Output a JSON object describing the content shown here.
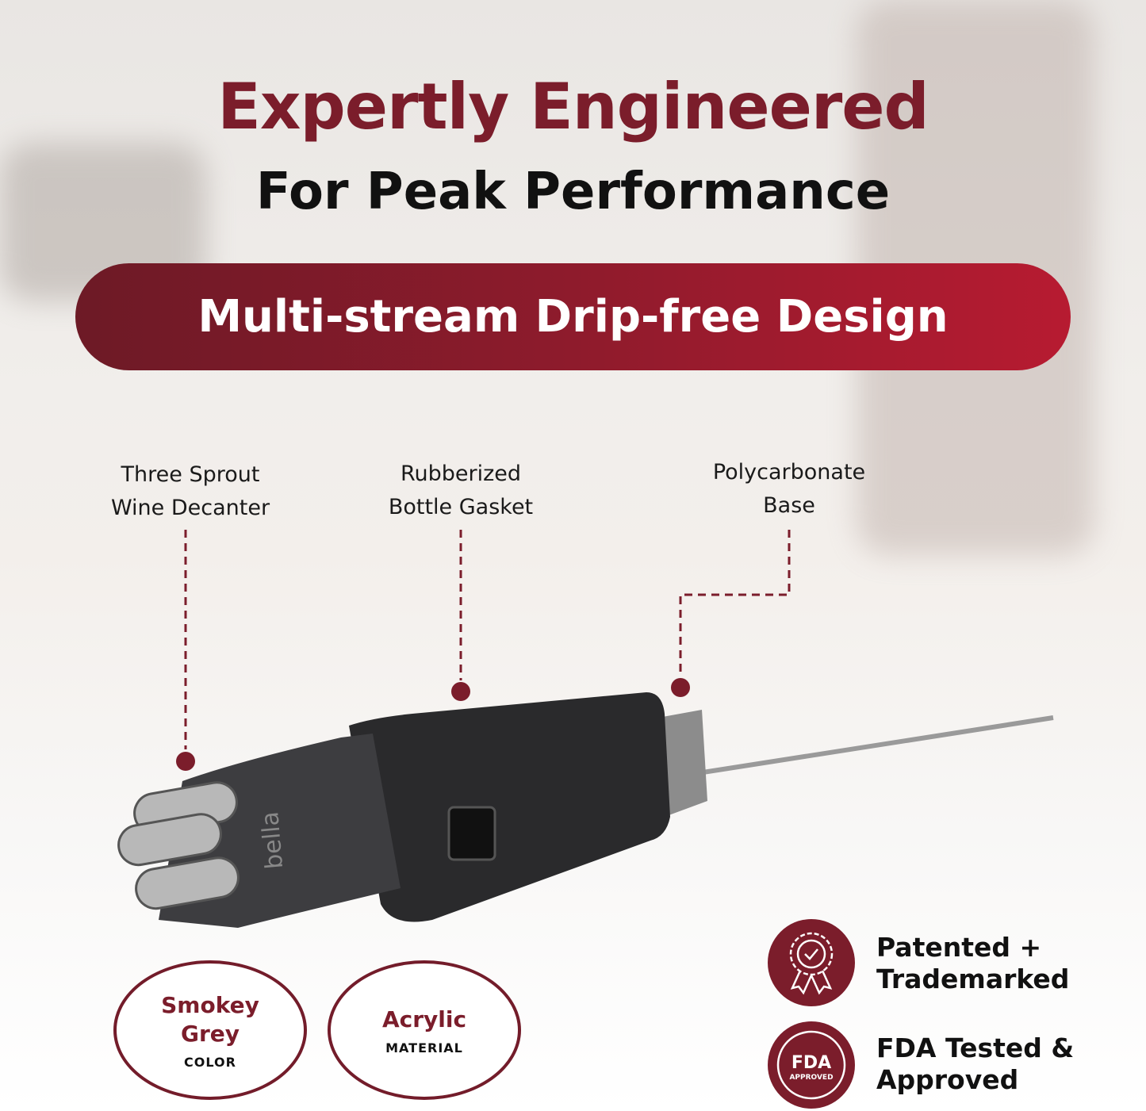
{
  "headline": {
    "line1": "Expertly Engineered",
    "line2": "For Peak Performance"
  },
  "banner": {
    "text": "Multi-stream Drip-free Design"
  },
  "callouts": [
    {
      "line1": "Three Sprout",
      "line2": "Wine Decanter"
    },
    {
      "line1": "Rubberized",
      "line2": "Bottle Gasket"
    },
    {
      "line1": "Polycarbonate",
      "line2": "Base"
    }
  ],
  "product": {
    "logo": "bella"
  },
  "specs": [
    {
      "value_line1": "Smokey",
      "value_line2": "Grey",
      "label": "COLOR"
    },
    {
      "value_line1": "Acrylic",
      "value_line2": "",
      "label": "MATERIAL"
    }
  ],
  "badges": [
    {
      "icon": "award-ribbon-check-icon",
      "line1": "Patented +",
      "line2": "Trademarked"
    },
    {
      "icon": "fda-approved-icon",
      "line1": "FDA Tested &",
      "line2": "Approved",
      "icon_text": "FDA APPROVED"
    }
  ],
  "colors": {
    "brand": "#7b1d2b",
    "banner_end": "#b71b31"
  }
}
